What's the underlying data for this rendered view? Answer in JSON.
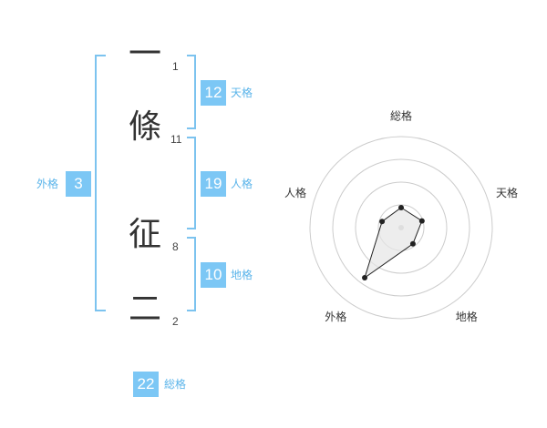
{
  "name": {
    "characters": [
      {
        "char": "一",
        "strokes": "1"
      },
      {
        "char": "條",
        "strokes": "11"
      },
      {
        "char": "征",
        "strokes": "8"
      },
      {
        "char": "二",
        "strokes": "2"
      }
    ]
  },
  "fortunes": {
    "tenkaku": {
      "value": "12",
      "label": "天格"
    },
    "jinkaku": {
      "value": "19",
      "label": "人格"
    },
    "chikaku": {
      "value": "10",
      "label": "地格"
    },
    "gaikaku": {
      "value": "3",
      "label": "外格"
    },
    "soukaku": {
      "value": "22",
      "label": "総格"
    }
  },
  "chart_data": {
    "type": "radar",
    "axes": [
      "総格",
      "天格",
      "地格",
      "外格",
      "人格"
    ],
    "values": [
      0.22,
      0.24,
      0.22,
      0.68,
      0.22
    ],
    "rings": 4,
    "colors": {
      "stroke": "#222222",
      "fill": "#e6e6e6",
      "grid": "#cccccc"
    }
  }
}
